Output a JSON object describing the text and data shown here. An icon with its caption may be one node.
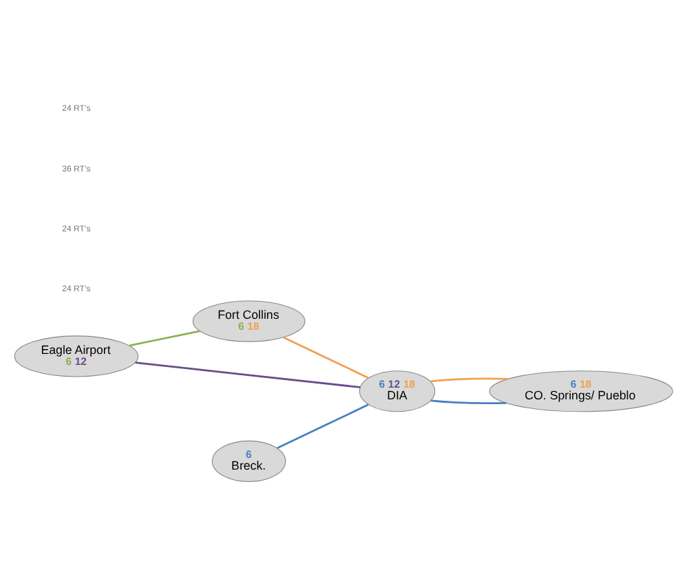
{
  "diagram": {
    "nodes": [
      {
        "text": [
          "Fort Collins",
          "6",
          "18"
        ]
      },
      {
        "text": [
          "6",
          "12",
          "18",
          "DIA"
        ]
      },
      {
        "text": [
          "Eagle Airport",
          "6",
          "12"
        ]
      },
      {
        "text": [
          "6",
          "Breck."
        ]
      },
      {
        "text": [
          "6",
          "18",
          "CO. Springs/ Pueblo"
        ]
      }
    ],
    "edges": [
      {
        "from": 2,
        "to": 0,
        "arrow": "none",
        "color": "#8db050"
      },
      {
        "from": 2,
        "to": 1,
        "arrow": "none",
        "color": "#6a4c8c"
      },
      {
        "from": 3,
        "to": 1,
        "arrow": "none",
        "color": "#4a7fc1"
      },
      {
        "from": 0,
        "to": 1,
        "arrow": "none",
        "color": "#f0a050"
      },
      {
        "from": 1,
        "to": 4,
        "arrow": "none",
        "color": "#4a7fc1"
      },
      {
        "from": 1,
        "to": 4,
        "arrow": "none",
        "color": "#f0a050"
      }
    ],
    "labels": [
      "24 RT’s",
      "24 RT’s",
      "36 RT’s",
      "24 RT’s"
    ]
  }
}
